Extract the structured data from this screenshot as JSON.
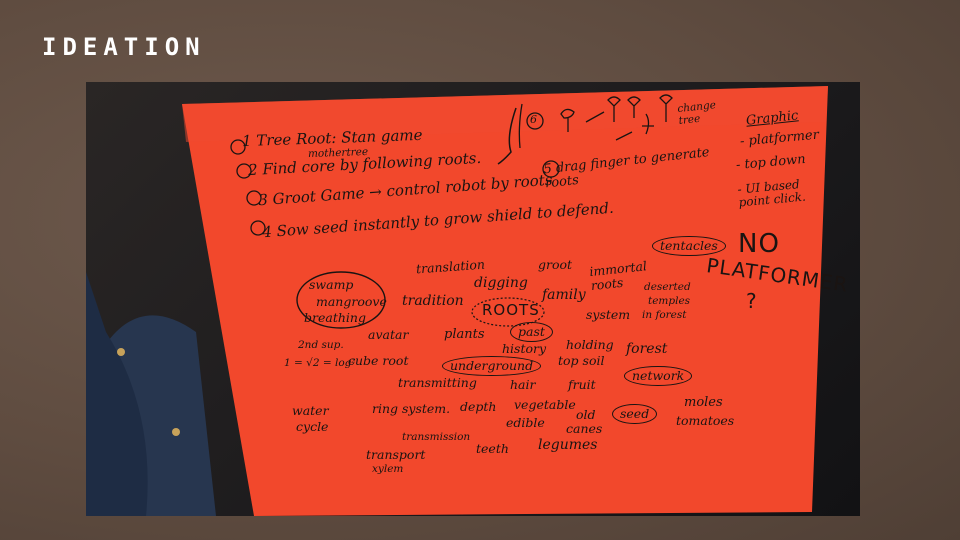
{
  "slide": {
    "title": "IDEATION"
  },
  "poster": {
    "ideas": [
      "1 Tree Root: Stan game",
      "2 Find core by following roots.",
      "3 Groot Game → control robot by roots",
      "4 Sow seed instantly to grow shield to defend."
    ],
    "idea_annotation": "mothertree",
    "idea5": "5 drag finger to generate roots",
    "idea6_label": "6",
    "sketch_caption": "change tree",
    "graphic": {
      "heading": "Graphic",
      "items": [
        "- platformer",
        "- top down",
        "- UI based point click."
      ]
    },
    "no_platformer": [
      "NO",
      "PLATFORMER",
      "?"
    ],
    "center_word": "ROOTS",
    "cluster_words": {
      "swamp": [
        "swamp",
        "mangroove",
        "breathing"
      ],
      "translation": "translation",
      "tradition": "tradition",
      "digging": "digging",
      "groot": "groot",
      "immortal": "immortal roots",
      "tentacles": "tentacles",
      "deserted": [
        "deserted",
        "temples",
        "in forest"
      ],
      "family": "family",
      "system": "system",
      "avatar": "avatar",
      "plants": "plants",
      "past": "past",
      "history": "history",
      "holding": [
        "holding",
        "top soil"
      ],
      "forest": "forest",
      "math": [
        "2nd sup.",
        "1 = √2 = log²"
      ],
      "cube_root": "cube root",
      "underground": "underground",
      "hair": "hair",
      "fruit": "fruit",
      "network": "network",
      "transmitting": "transmitting",
      "water_cycle": [
        "water",
        "cycle"
      ],
      "ring_system": "ring system.",
      "depth": "depth",
      "vegetable": [
        "vegetable",
        "edible"
      ],
      "old_canes": [
        "old",
        "canes"
      ],
      "seed": "seed",
      "moles": [
        "moles",
        "tomatoes"
      ],
      "transmission": "transmission",
      "transport": [
        "transport",
        "xylem"
      ],
      "teeth": "teeth",
      "legumes": "legumes"
    }
  },
  "colors": {
    "background": "#5f4c40",
    "paper": "#f2482c",
    "ink": "#1a1412",
    "title": "#ffffff"
  }
}
